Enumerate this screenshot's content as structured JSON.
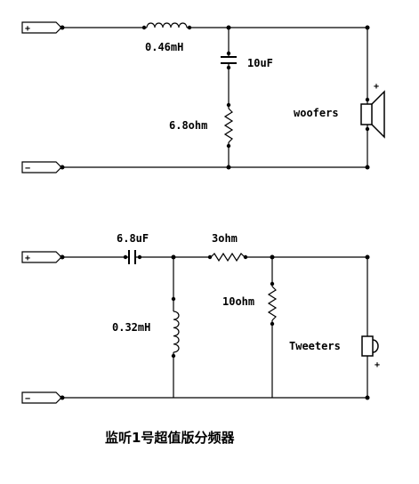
{
  "woofer_circuit": {
    "terminal_plus": "+",
    "terminal_minus": "−",
    "inductor_label": "0.46mH",
    "capacitor_label": "10uF",
    "resistor_label": "6.8ohm",
    "speaker_label": "woofers",
    "speaker_plus": "+"
  },
  "tweeter_circuit": {
    "terminal_plus": "+",
    "terminal_minus": "−",
    "capacitor_label": "6.8uF",
    "series_resistor_label": "3ohm",
    "inductor_label": "0.32mH",
    "shunt_resistor_label": "10ohm",
    "speaker_label": "Tweeters",
    "speaker_plus": "+"
  },
  "caption": "监听1号超值版分频器"
}
